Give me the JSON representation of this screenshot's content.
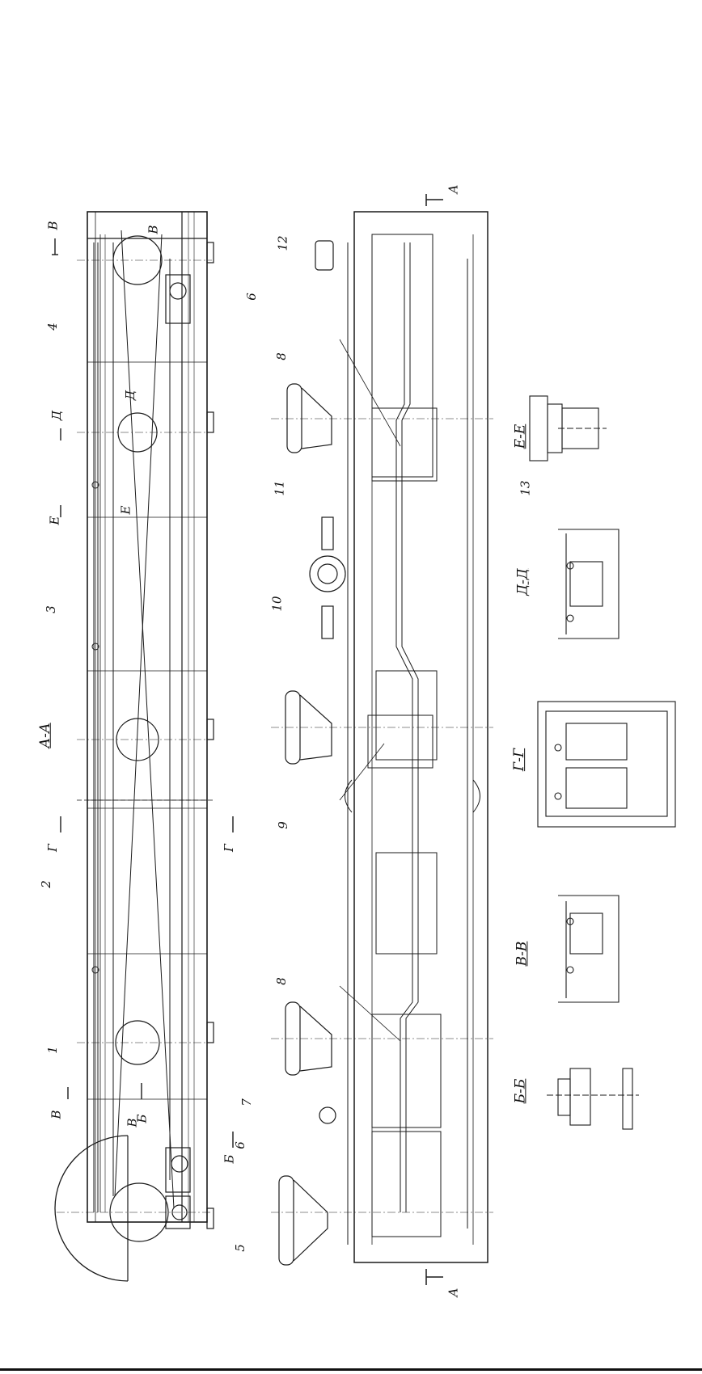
{
  "sections": {
    "aa": "А-А",
    "bb": "Б-Б",
    "vv": "В-В",
    "gg": "Г-Г",
    "dd": "Д-Д",
    "ee": "Е-Е"
  },
  "cut_letters": {
    "a_top": "А",
    "a_bottom": "А",
    "b_left": "Б",
    "b_right": "Б",
    "v_top": "В",
    "v_mid": "В",
    "v_bottom": "В",
    "v_bottom2": "В",
    "g_left": "Г",
    "g_right": "Г",
    "d_left": "Д",
    "d_mid": "Д",
    "e_left": "Е",
    "e_mid": "Е"
  },
  "callouts": {
    "n1": "1",
    "n2": "2",
    "n3": "3",
    "n4": "4",
    "n5": "5",
    "n6a": "6",
    "n6b": "6",
    "n7": "7",
    "n8a": "8",
    "n8b": "8",
    "n9": "9",
    "n10": "10",
    "n11": "11",
    "n12": "12",
    "n13": "13"
  }
}
